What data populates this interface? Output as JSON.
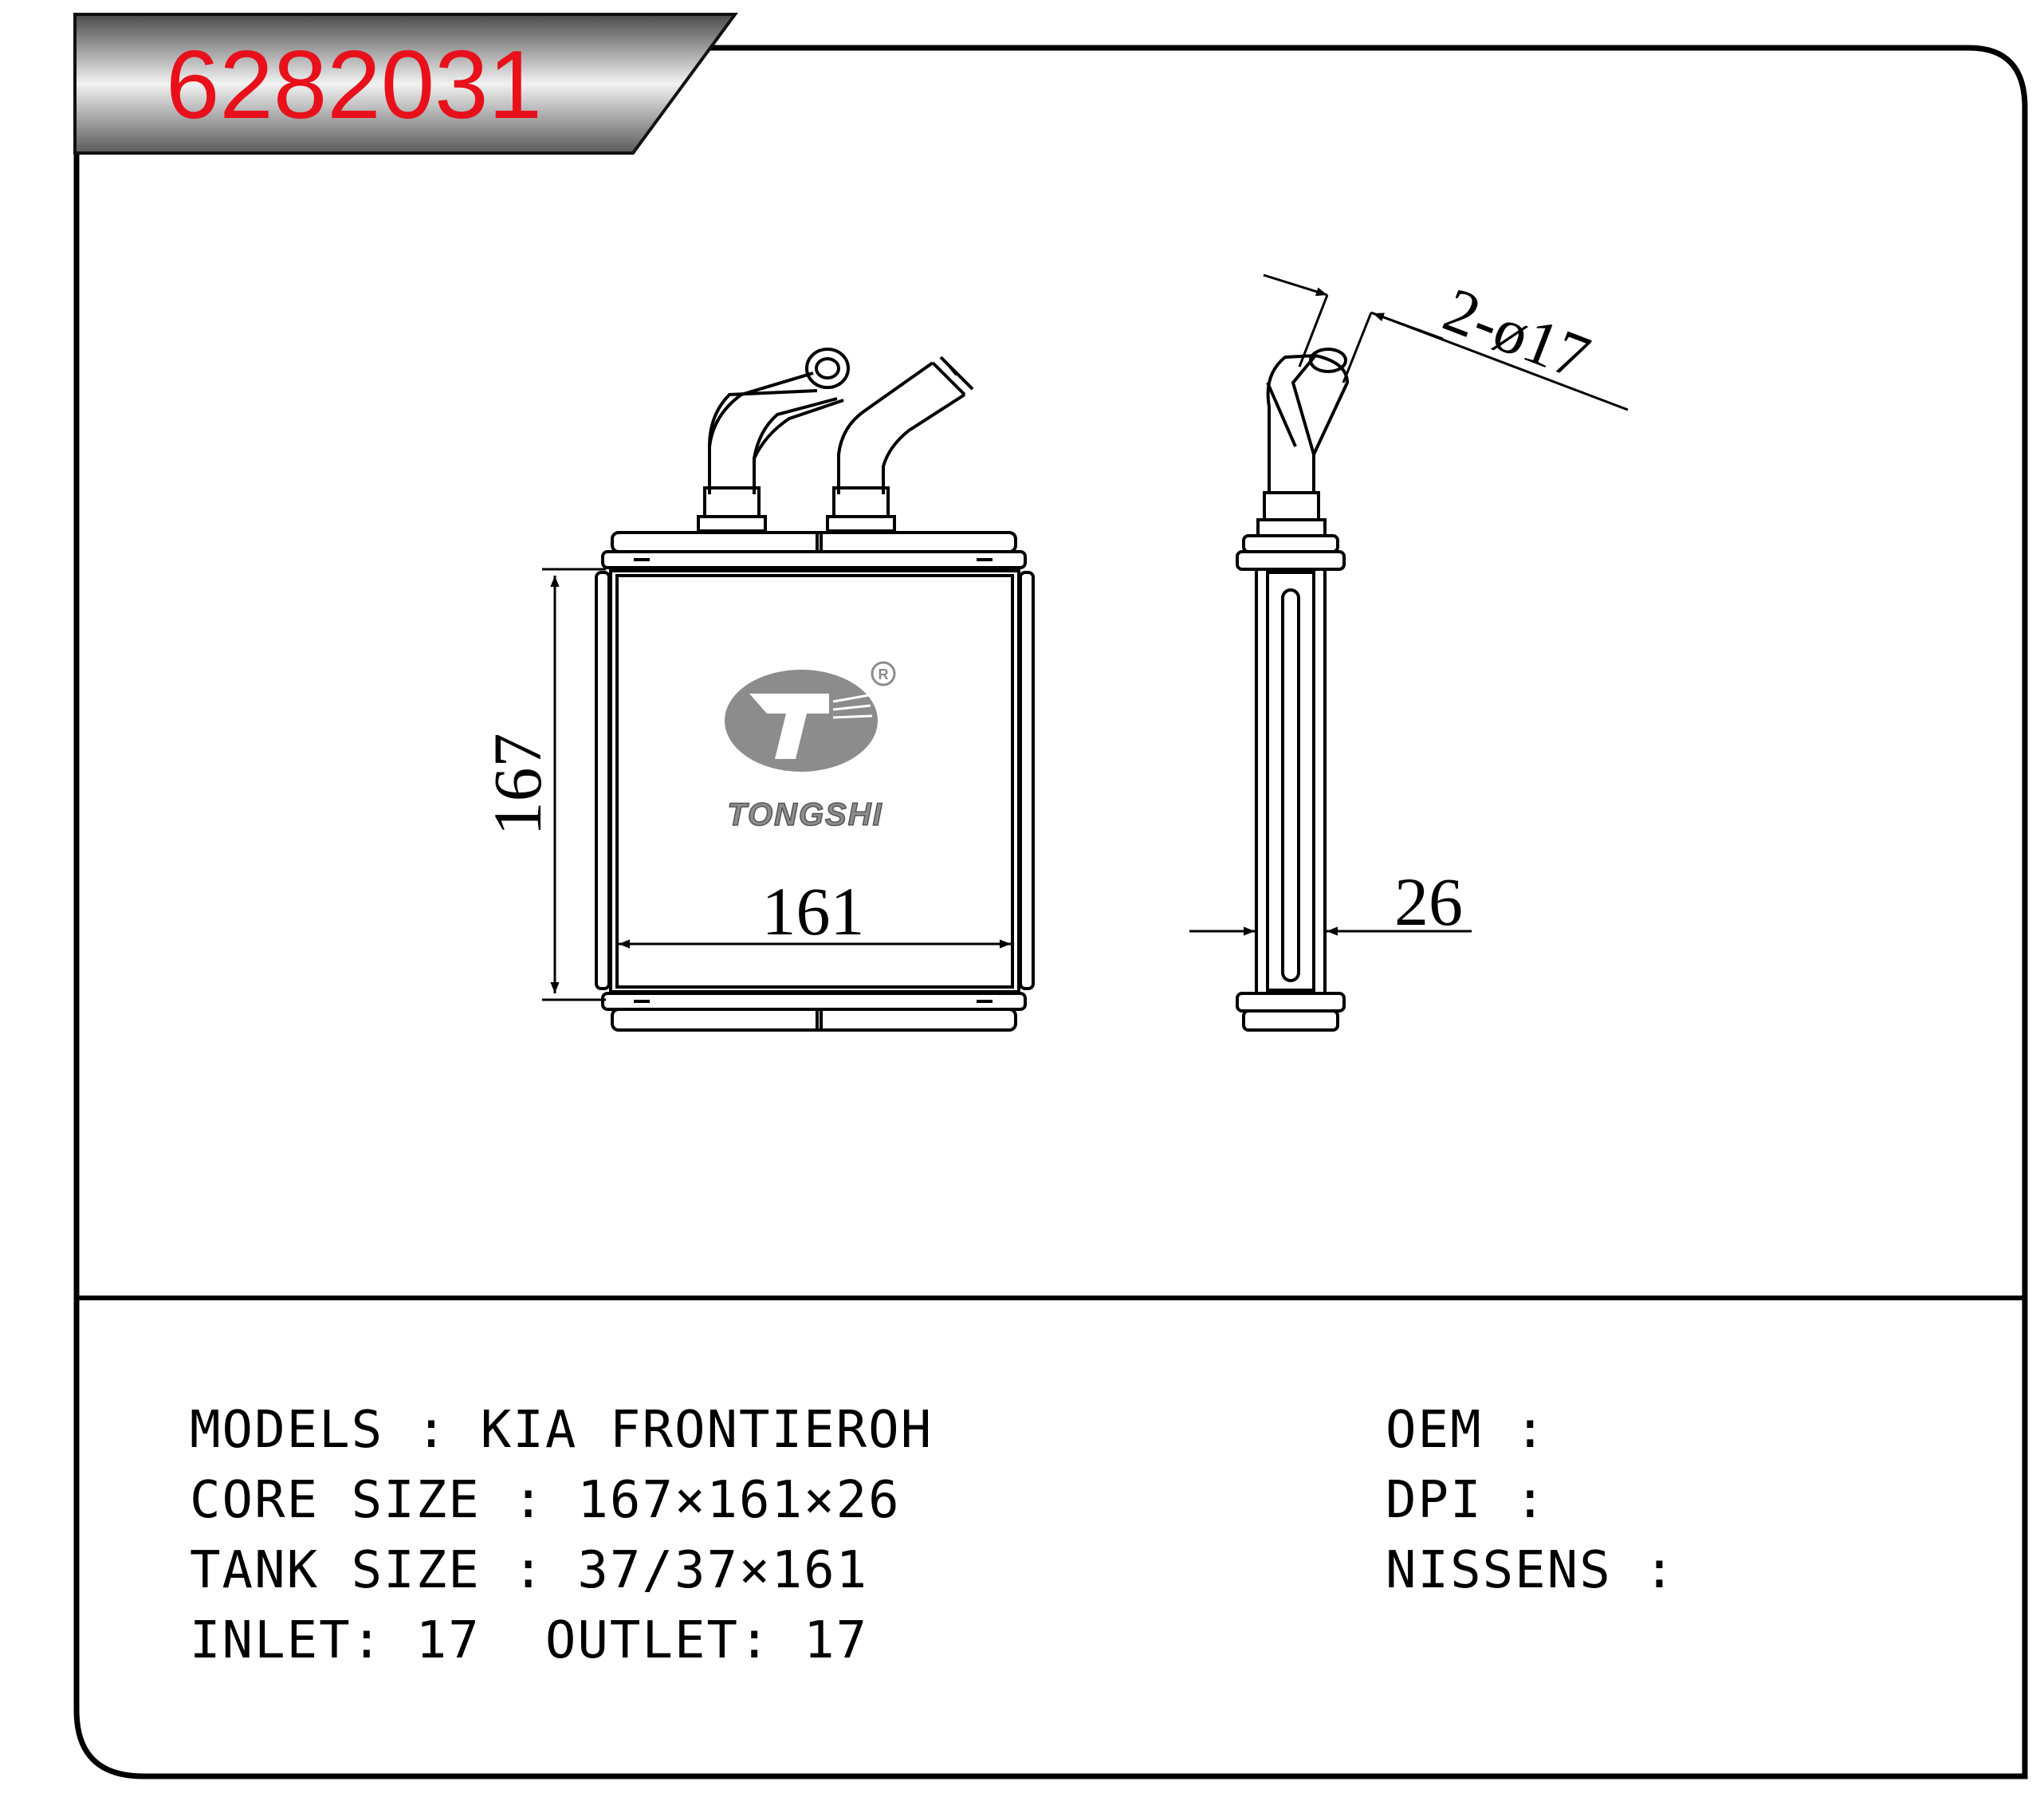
{
  "part_number": "6282031",
  "brand": {
    "name": "TONGSHI",
    "registered_mark": "R"
  },
  "dimensions": {
    "height": "167",
    "width": "161",
    "depth": "26",
    "pipe": "2-ø17"
  },
  "specs": {
    "models": "MODELS : KIA FRONTIEROH",
    "core_size": "CORE SIZE : 167×161×26",
    "tank_size": "TANK SIZE : 37/37×161",
    "inlet_outlet": "INLET: 17  OUTLET: 17",
    "oem": "OEM :",
    "dpi": "DPI :",
    "nissens": "NISSENS :"
  },
  "colors": {
    "part_number": "#e8101a",
    "line": "#000000",
    "logo_gray": "#8c8c8c",
    "header_dark": "#4a4a4a",
    "header_light": "#f2f2f2"
  }
}
